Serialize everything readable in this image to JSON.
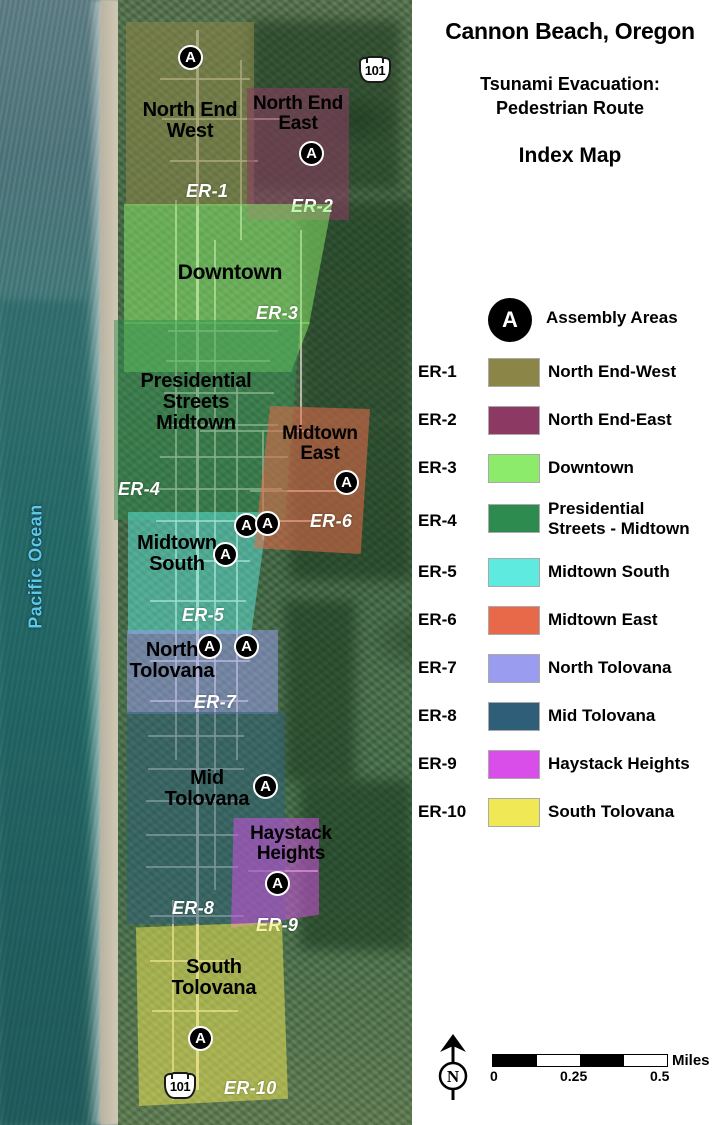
{
  "header": {
    "title": "Cannon Beach, Oregon",
    "subtitle": "Tsunami Evacuation:\nPedestrian Route",
    "index_title": "Index Map"
  },
  "legend": {
    "assembly": {
      "symbol": "A",
      "label": "Assembly Areas"
    },
    "entries": [
      {
        "code": "ER-1",
        "name": "North End-West",
        "color": "#8b8547"
      },
      {
        "code": "ER-2",
        "name": "North End-East",
        "color": "#8c3a63"
      },
      {
        "code": "ER-3",
        "name": "Downtown",
        "color": "#8ceb6b"
      },
      {
        "code": "ER-4",
        "name": "Presidential\nStreets - Midtown",
        "color": "#2e8b4f"
      },
      {
        "code": "ER-5",
        "name": "Midtown South",
        "color": "#5eeade"
      },
      {
        "code": "ER-6",
        "name": "Midtown East",
        "color": "#e8694a"
      },
      {
        "code": "ER-7",
        "name": "North Tolovana",
        "color": "#9a9cf0"
      },
      {
        "code": "ER-8",
        "name": "Mid Tolovana",
        "color": "#2e5e78"
      },
      {
        "code": "ER-9",
        "name": "Haystack Heights",
        "color": "#d94ee8"
      },
      {
        "code": "ER-10",
        "name": "South Tolovana",
        "color": "#f0e854"
      }
    ]
  },
  "map": {
    "ocean_label": "Pacific Ocean",
    "zones": [
      {
        "code": "ER-1",
        "name": "North End\nWest"
      },
      {
        "code": "ER-2",
        "name": "North End\nEast"
      },
      {
        "code": "ER-3",
        "name": "Downtown"
      },
      {
        "code": "ER-4",
        "name": "Presidential\nStreets\nMidtown"
      },
      {
        "code": "ER-5",
        "name": "Midtown\nSouth"
      },
      {
        "code": "ER-6",
        "name": "Midtown\nEast"
      },
      {
        "code": "ER-7",
        "name": "North\nTolovana"
      },
      {
        "code": "ER-8",
        "name": "Mid\nTolovana"
      },
      {
        "code": "ER-9",
        "name": "Haystack\nHeights"
      },
      {
        "code": "ER-10",
        "name": "South\nTolovana"
      }
    ],
    "highway_shields": [
      {
        "number": "101"
      },
      {
        "number": "101"
      }
    ],
    "assembly_marker_symbol": "A"
  },
  "scale": {
    "labels": [
      "0",
      "0.25",
      "0.5"
    ],
    "units": "Miles"
  },
  "north_arrow": {
    "letter": "N"
  }
}
